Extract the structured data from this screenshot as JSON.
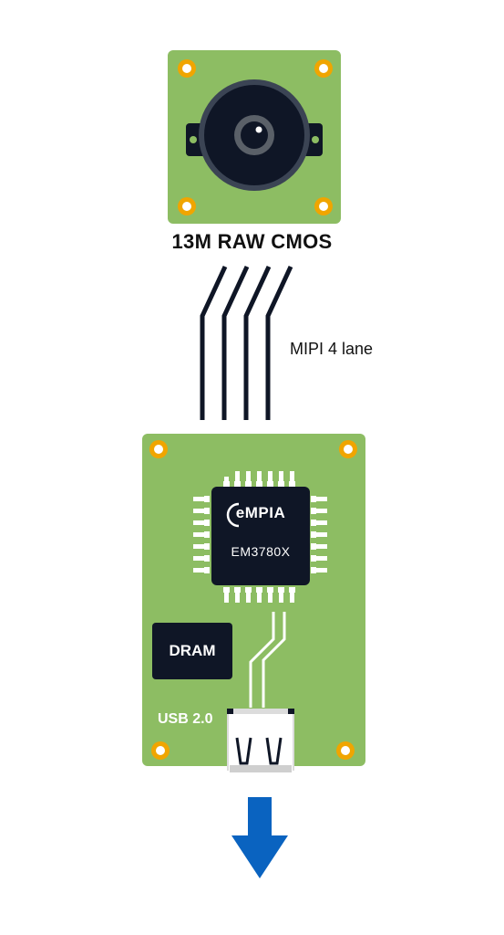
{
  "camera": {
    "label": "13M RAW CMOS"
  },
  "link": {
    "label": "MIPI 4 lane"
  },
  "board": {
    "chip_brand": "eMPIA",
    "chip_model": "EM3780X",
    "dram_label": "DRAM",
    "usb_label": "USB 2.0"
  },
  "colors": {
    "pcb": "#8dbd63",
    "chip": "#0f1626",
    "mounting_hole": "#f0a500",
    "arrow": "#0a63c0"
  },
  "icons": [
    "camera-lens-icon",
    "mounting-hole-icon",
    "usb-port-icon",
    "down-arrow-icon"
  ]
}
